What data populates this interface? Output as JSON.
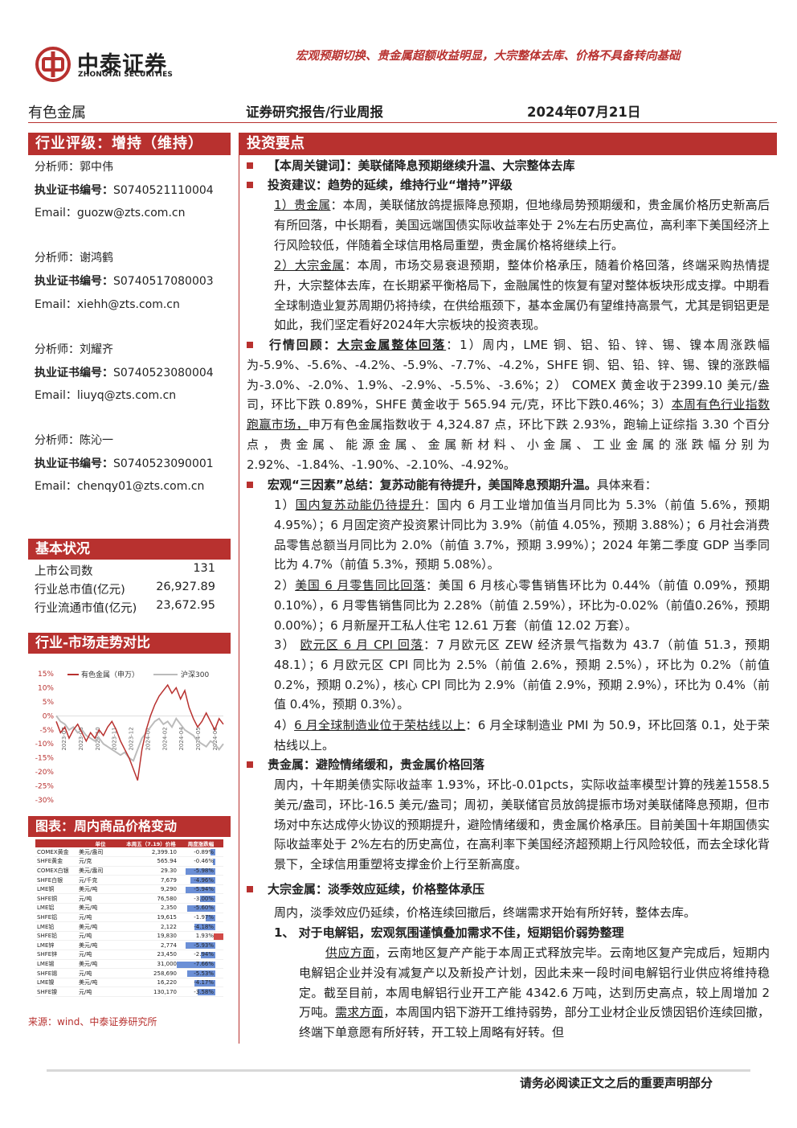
{
  "header": {
    "company_cn": "中泰证券",
    "company_en": "ZHONGTAI SECURITIES",
    "report_title": "宏观预期切换、贵金属超额收益明显，大宗整体去库、价格不具备转向基础",
    "category": "有色金属",
    "report_type": "证券研究报告/行业周报",
    "date": "2024年07月21日"
  },
  "rating": "行业评级：增持（维持）",
  "analysts": [
    {
      "name_label": "分析师：郭中伟",
      "cert_label": "执业证书编号：",
      "cert": "S0740521110004",
      "email": "Email：guozw@zts.com.cn"
    },
    {
      "name_label": "分析师：谢鸿鹤",
      "cert_label": "执业证书编号：",
      "cert": "S0740517080003",
      "email": "Email：xiehh@zts.com.cn"
    },
    {
      "name_label": "分析师：刘耀齐",
      "cert_label": "执业证书编号：",
      "cert": "S0740523080004",
      "email": "Email：liuyq@zts.com.cn"
    },
    {
      "name_label": "分析师：陈沁一",
      "cert_label": "执业证书编号：",
      "cert": "S0740523090001",
      "email": "Email：chenqy01@zts.com.cn"
    }
  ],
  "basic": {
    "title": "基本状况",
    "rows": [
      {
        "label": "上市公司数",
        "value": "131"
      },
      {
        "label": "行业总市值(亿元)",
        "value": "26,927.89"
      },
      {
        "label": "行业流通市值(亿元)",
        "value": "23,672.95"
      }
    ]
  },
  "trend_title": "行业-市场走势对比",
  "chart_data": {
    "type": "line",
    "series": [
      {
        "name": "有色金属（申万）",
        "color": "#B8312F",
        "values": [
          -2,
          -6,
          -4,
          -8,
          -5,
          -3,
          -6,
          -9,
          -6,
          -8,
          -5,
          -7,
          -4,
          -2,
          -5,
          -9,
          -12,
          -15,
          -19,
          -23,
          -12,
          -5,
          0,
          4,
          7,
          9,
          11,
          8,
          10,
          6,
          9,
          3,
          -1,
          -4,
          -2,
          1,
          -2,
          -5,
          -1,
          -3
        ]
      },
      {
        "name": "沪深300",
        "color": "#bbbbbb",
        "values": [
          0,
          -2,
          -3,
          -5,
          -4,
          -6,
          -5,
          -7,
          -8,
          -9,
          -8,
          -10,
          -11,
          -12,
          -13,
          -14,
          -13,
          -15,
          -16,
          -12,
          -8,
          -6,
          -4,
          -2,
          -1,
          -3,
          -2,
          -4,
          -1,
          -3,
          -5,
          -6,
          -7,
          -9,
          -10,
          -11,
          -9,
          -10,
          -12,
          -10
        ]
      }
    ],
    "y_ticks": [
      "15%",
      "10%",
      "5%",
      "0%",
      "-5%",
      "-10%",
      "-15%",
      "-20%",
      "-25%",
      "-30%"
    ],
    "ylim": [
      -30,
      15
    ],
    "x_ticks": [
      "2023-07",
      "2023-08",
      "2023-10",
      "2023-11",
      "2023-12",
      "2024-01",
      "2024-02",
      "2024-04",
      "2024-05",
      "2024-06"
    ]
  },
  "price_table": {
    "title": "图表：周内商品价格变动",
    "headers": [
      "",
      "单位",
      "本周五（7.19）价格",
      "周度涨跌幅"
    ],
    "rows": [
      {
        "name": "COMEX黄金",
        "unit": "美元/盎司",
        "price": "2,399.10",
        "chg": "-0.89%",
        "v": -0.89
      },
      {
        "name": "SHFE黄金",
        "unit": "元/克",
        "price": "565.94",
        "chg": "-0.46%",
        "v": -0.46
      },
      {
        "name": "COMEX白银",
        "unit": "美元/盎司",
        "price": "29.30",
        "chg": "-5.98%",
        "v": -5.98
      },
      {
        "name": "SHFE白银",
        "unit": "元/千克",
        "price": "7,679",
        "chg": "-4.96%",
        "v": -4.96
      },
      {
        "name": "LME铜",
        "unit": "美元/吨",
        "price": "9,290",
        "chg": "-5.94%",
        "v": -5.94
      },
      {
        "name": "SHFE铜",
        "unit": "元/吨",
        "price": "76,580",
        "chg": "-3.00%",
        "v": -3.0
      },
      {
        "name": "LME铝",
        "unit": "美元/吨",
        "price": "2,350",
        "chg": "-5.60%",
        "v": -5.6
      },
      {
        "name": "SHFE铝",
        "unit": "元/吨",
        "price": "19,615",
        "chg": "-1.97%",
        "v": -1.97
      },
      {
        "name": "LME铅",
        "unit": "美元/吨",
        "price": "2,122",
        "chg": "-4.18%",
        "v": -4.18
      },
      {
        "name": "SHFE铅",
        "unit": "元/吨",
        "price": "19,830",
        "chg": "1.93%",
        "v": 1.93
      },
      {
        "name": "LME锌",
        "unit": "美元/吨",
        "price": "2,774",
        "chg": "-5.93%",
        "v": -5.93
      },
      {
        "name": "SHFE锌",
        "unit": "元/吨",
        "price": "23,450",
        "chg": "-2.94%",
        "v": -2.94
      },
      {
        "name": "LME锡",
        "unit": "美元/吨",
        "price": "31,000",
        "chg": "-7.66%",
        "v": -7.66
      },
      {
        "name": "SHFE锡",
        "unit": "元/吨",
        "price": "258,690",
        "chg": "-5.53%",
        "v": -5.53
      },
      {
        "name": "LME镍",
        "unit": "美元/吨",
        "price": "16,220",
        "chg": "-4.17%",
        "v": -4.17
      },
      {
        "name": "SHFE镍",
        "unit": "元/吨",
        "price": "130,170",
        "chg": "-3.58%",
        "v": -3.58
      }
    ]
  },
  "source": "来源：wind、中泰证券研究所",
  "invest_title": "投资要点",
  "body": {
    "kw_label": "【本周关键词】：美联储降息预期继续升温、大宗整体去库",
    "adv_label": "投资建议：趋势的延续，维持行业“增持”评级",
    "adv1_h": "1）贵金属",
    "adv1": "：本周，美联储放鸽提振降息预期，但地缘局势预期缓和，贵金属价格历史新高后有所回落，中长期看，美国远端国债实际收益率处于 2%左右历史高位，高利率下美国经济上行风险较低，伴随着全球信用格局重塑，贵金属价格将继续上行。",
    "adv2_h": "2）大宗金属",
    "adv2": "：本周，市场交易衰退预期，整体价格承压，随着价格回落，终端采购热情提升，大宗整体去库，在长期紧平衡格局下，金融属性的恢复有望对整体板块形成支撑。中期看全球制造业复苏周期仍将持续，在供给瓶颈下，基本金属仍有望维持高景气，尤其是铜铝更是如此，我们坚定看好2024年大宗板块的投资表现。",
    "mkt_label": "行情回顾：",
    "mkt_h": "大宗金属整体回落",
    "mkt1": "：1）周内，LME 铜、铝、铅、锌、锡、镍本周涨跌幅为-5.9%、-5.6%、-4.2%、-5.9%、-7.7%、-4.2%，SHFE 铜、铝、铅、锌、锡、镍的涨跌幅为-3.0%、-2.0%、1.9%、-2.9%、-5.5%、-3.6%；2） COMEX 黄金收于2399.10 美元/盎司，环比下跌 0.89%，SHFE 黄金收于 565.94 元/克，环比下跌0.46%；3）",
    "mkt3_h": "本周有色行业指数跑赢市场，",
    "mkt3": "申万有色金属指数收于 4,324.87 点，环比下跌 2.93%，跑输上证综指 3.30 个百分点，贵金属、能源金属、金属新材料、小金属、工业金属的涨跌幅分别为 2.92%、-1.84%、-1.90%、-2.10%、-4.92%。",
    "macro_label": "宏观“三因素”总结：复苏动能有待提升，美国降息预期升温。",
    "macro_tail": "具体来看：",
    "m1_h": "国内复苏动能仍待提升",
    "m1_pre": "1）",
    "m1": "：国内 6 月工业增加值当月同比为 5.3%（前值 5.6%，预期 4.95%）；6 月固定资产投资累计同比为 3.9%（前值 4.05%，预期 3.88%）；6 月社会消费品零售总额当月同比为 2.0%（前值 3.7%，预期 3.99%）；2024 年第二季度 GDP 当季同比为 4.7%（前值 5.3%，预期 5.08%）。",
    "m2_pre": "2）",
    "m2_h": "美国 6 月零售同比回落",
    "m2": "：美国 6 月核心零售销售环比为 0.44%（前值 0.09%，预期 0.10%），6 月零售销售同比为 2.28%（前值 2.59%），环比为-0.02%（前值0.26%，预期 0.00%）；6 月新屋开工私人住宅 12.61 万套（前值 12.02 万套）。",
    "m3_pre": "3） ",
    "m3_h": "欧元区 6 月 CPI 回落",
    "m3": "：7 月欧元区 ZEW 经济景气指数为 43.7（前值 51.3，预期 48.1）；6 月欧元区 CPI 同比为 2.5%（前值 2.6%，预期 2.5%），环比为 0.2%（前值 0.2%，预期 0.2%），核心 CPI 同比为 2.9%（前值 2.9%，预期 2.9%），环比为 0.4%（前值 0.4%，预期 0.3%）。",
    "m4_pre": "4）",
    "m4_h": "6 月全球制造业位于荣枯线以上",
    "m4": "：6 月全球制造业 PMI 为 50.9，环比回落 0.1，处于荣枯线以上。",
    "pm_label": "贵金属：避险情绪缓和，贵金属价格回落",
    "pm": "周内，十年期美债实际收益率 1.93%，环比-0.01pcts，实际收益率模型计算的残差1558.5 美元/盎司，环比-16.5 美元/盎司；周初，美联储官员放鸽提振市场对美联储降息预期，但市场对中东达成停火协议的预期提升，避险情绪缓和，贵金属价格承压。目前美国十年期国债实际收益率处于 2%左右的历史高位，在高利率下美国经济超预期上行风险较低，而去全球化背景下，全球信用重塑将支撑金价上行至新高度。",
    "bulk_label": "大宗金属：淡季效应延续，价格整体承压",
    "bulk": "周内，淡季效应仍延续，价格连续回撤后，终端需求开始有所好转，整体去库。",
    "al_h": "1、 对于电解铝，宏观氛围谨慎叠加需求不佳，短期铝价弱势整理",
    "al_s1": "供应方面",
    "al_t1": "，云南地区复产产能于本周正式释放完毕。云南地区复产完成后，短期内电解铝企业并没有减复产以及新投产计划，因此未来一段时间电解铝行业供应将维持稳定。截至目前，本周电解铝行业开工产能 4342.6 万吨，达到历史高点，较上周增加 2 万吨。",
    "al_s2": "需求方面",
    "al_t2": "，本周国内铝下游开工维持弱势，部分工业材企业反馈因铝价连续回撤，终端下单意愿有所好转，开工较上周略有好转。但"
  },
  "footer": "请务必阅读正文之后的重要声明部分"
}
